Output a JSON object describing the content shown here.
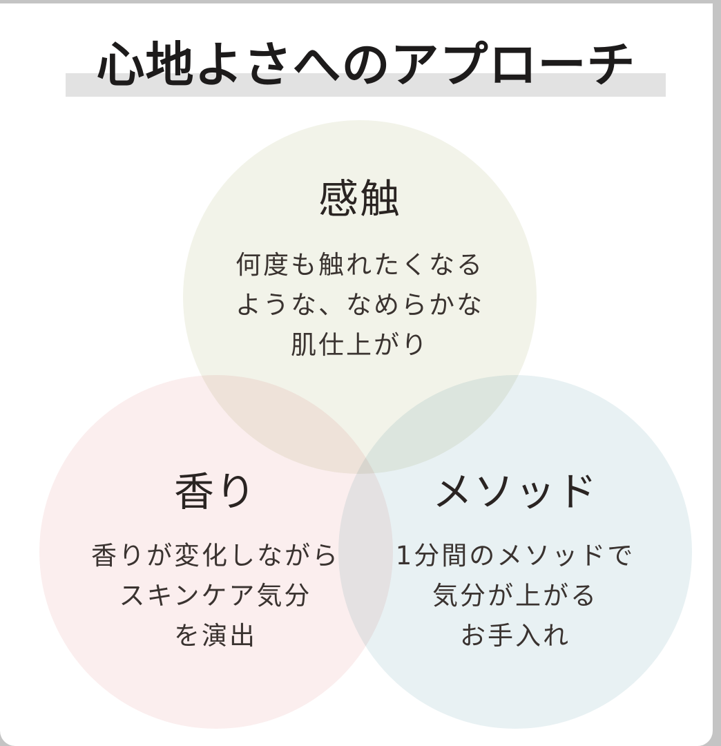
{
  "title": "心地よさへのアプローチ",
  "colors": {
    "title_bar": "#e2e2e2",
    "touch_circle": "#f2f3e9",
    "scent_circle": "#fbeeee",
    "method_circle": "#e8f1f3"
  },
  "sections": {
    "touch": {
      "heading": "感触",
      "lines": [
        "何度も触れたくなる",
        "ような、なめらかな",
        "肌仕上がり"
      ]
    },
    "scent": {
      "heading": "香り",
      "lines": [
        "香りが変化しながら",
        "スキンケア気分",
        "を演出"
      ]
    },
    "method": {
      "heading": "メソッド",
      "lines": [
        "1分間のメソッドで",
        "気分が上がる",
        "お手入れ"
      ]
    }
  }
}
